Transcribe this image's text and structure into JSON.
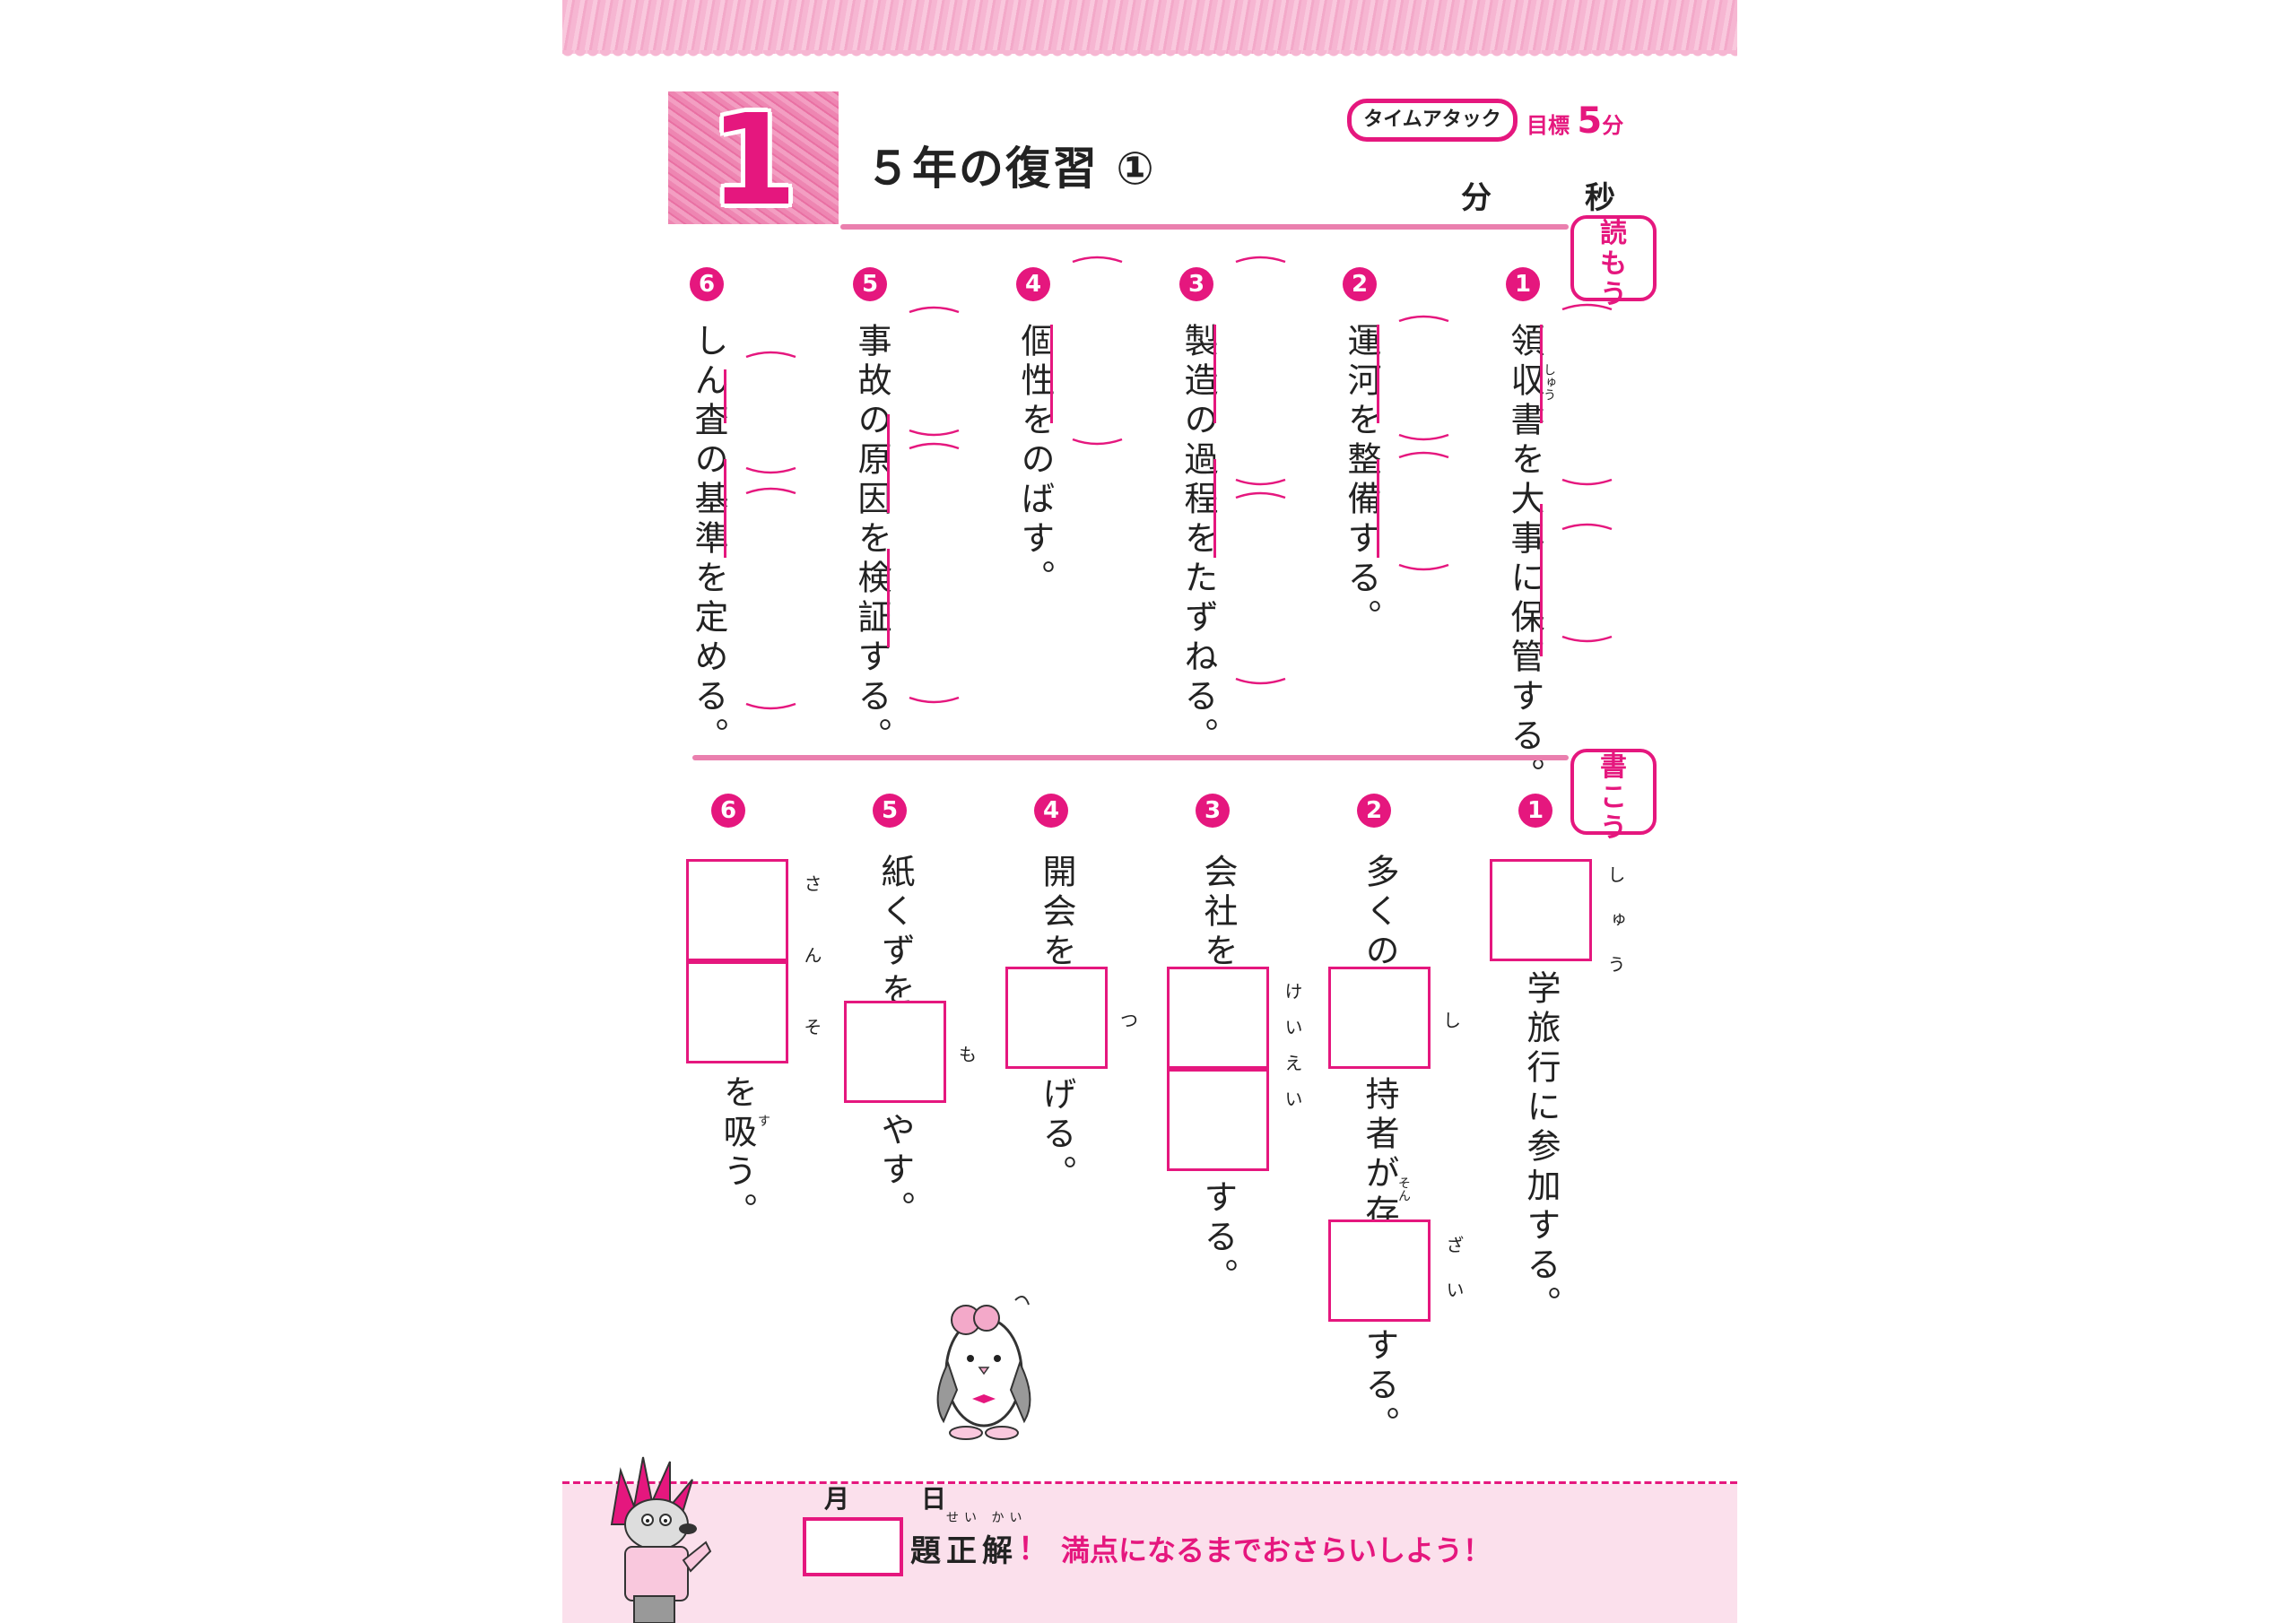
{
  "header": {
    "lesson_number": "1",
    "title": "５年の復習 ①",
    "time_attack": "タイムアタック",
    "goal_label": "目標",
    "goal_value": "5",
    "goal_unit": "分",
    "minutes_label": "分",
    "seconds_label": "秒"
  },
  "reading": {
    "stamp": [
      "読",
      "も",
      "う"
    ],
    "questions": [
      {
        "num": "1",
        "text": "領収書を大事に保管する。",
        "furigana": "しゅう"
      },
      {
        "num": "2",
        "text": "運河を整備する。"
      },
      {
        "num": "3",
        "text": "製造の過程をたずねる。"
      },
      {
        "num": "4",
        "text": "個性をのばす。"
      },
      {
        "num": "5",
        "text": "事故の原因を検証する。"
      },
      {
        "num": "6",
        "text": "しん査の基準を定める。"
      }
    ]
  },
  "writing": {
    "stamp": [
      "書",
      "こ",
      "う"
    ],
    "questions": [
      {
        "num": "1",
        "furigana": "しゅう",
        "after": "学旅行に参加する。"
      },
      {
        "num": "2",
        "before": "多くの",
        "furigana1": "し",
        "middle": "持者が存",
        "middle_furi": "そん",
        "furigana2": "ざい",
        "after": "する。"
      },
      {
        "num": "3",
        "before": "会社を",
        "furigana": "けいえい",
        "after": "する。"
      },
      {
        "num": "4",
        "before": "開会を",
        "furigana": "つ",
        "after": "げる。"
      },
      {
        "num": "5",
        "before": "紙くずを",
        "furigana": "も",
        "after": "やす。"
      },
      {
        "num": "6",
        "furigana": "さんそ",
        "after": "を吸う。",
        "after_furi": "す"
      }
    ]
  },
  "footer": {
    "month": "月",
    "day": "日",
    "dai": "題",
    "seikai": "正解",
    "seikai_furi": "せい かい",
    "exclaim": "！",
    "message": "満点になるまでおさらいしよう！"
  }
}
